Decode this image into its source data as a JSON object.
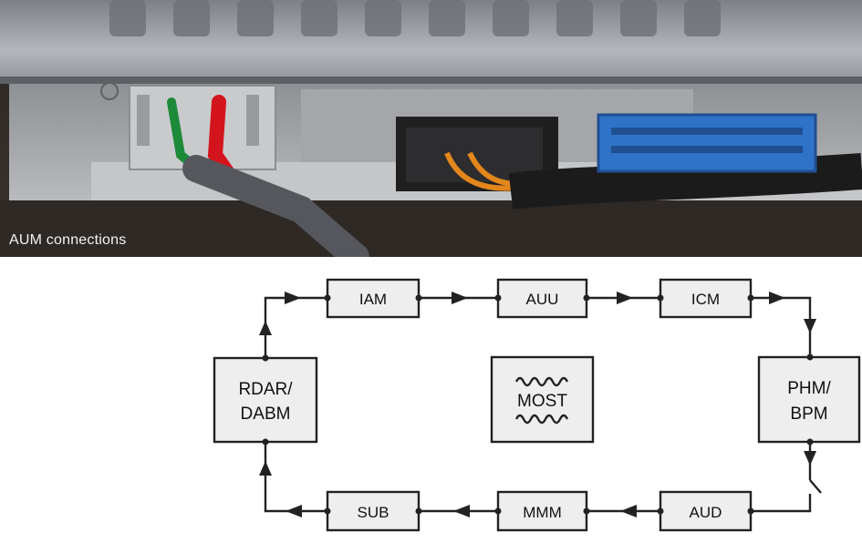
{
  "photo": {
    "caption": "AUM connections"
  },
  "diagram": {
    "modules": {
      "iam": "IAM",
      "auu": "AUU",
      "icm": "ICM",
      "rdar_line1": "RDAR/",
      "rdar_line2": "DABM",
      "phm_line1": "PHM/",
      "phm_line2": "BPM",
      "sub": "SUB",
      "mmm": "MMM",
      "aud": "AUD"
    },
    "center_logo": "MOST"
  }
}
